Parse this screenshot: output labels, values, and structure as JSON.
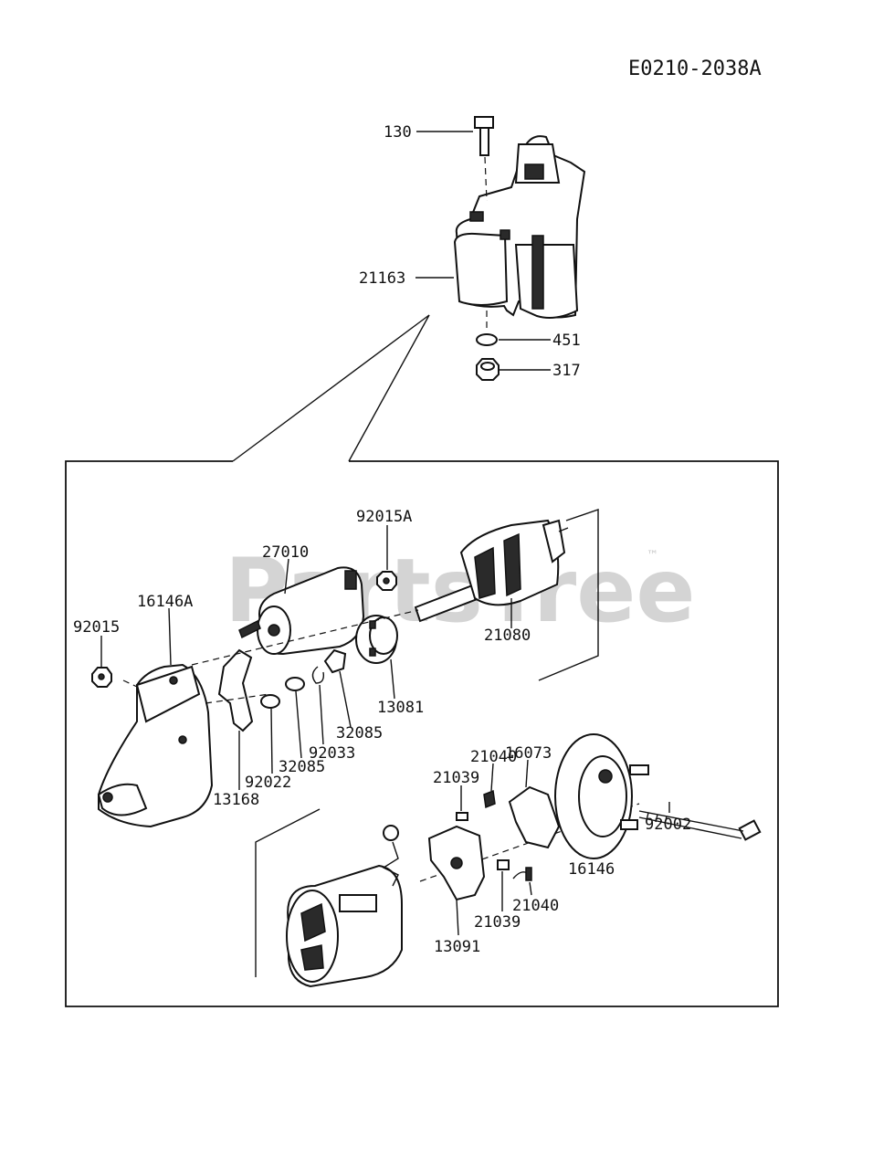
{
  "diagram_code": "E0210-2038A",
  "watermark": {
    "text": "PartsTree",
    "trademark": "™"
  },
  "callouts": {
    "p130": "130",
    "p21163": "21163",
    "p451": "451",
    "p317": "317",
    "p92015A": "92015A",
    "p27010": "27010",
    "p16146A": "16146A",
    "p92015": "92015",
    "p21080": "21080",
    "p13081": "13081",
    "p32085a": "32085",
    "p92033": "92033",
    "p32085b": "32085",
    "p92022": "92022",
    "p13168": "13168",
    "p16073": "16073",
    "p21040a": "21040",
    "p21039a": "21039",
    "p92002": "92002",
    "p16146": "16146",
    "p21040b": "21040",
    "p21039b": "21039",
    "p13091": "13091"
  }
}
